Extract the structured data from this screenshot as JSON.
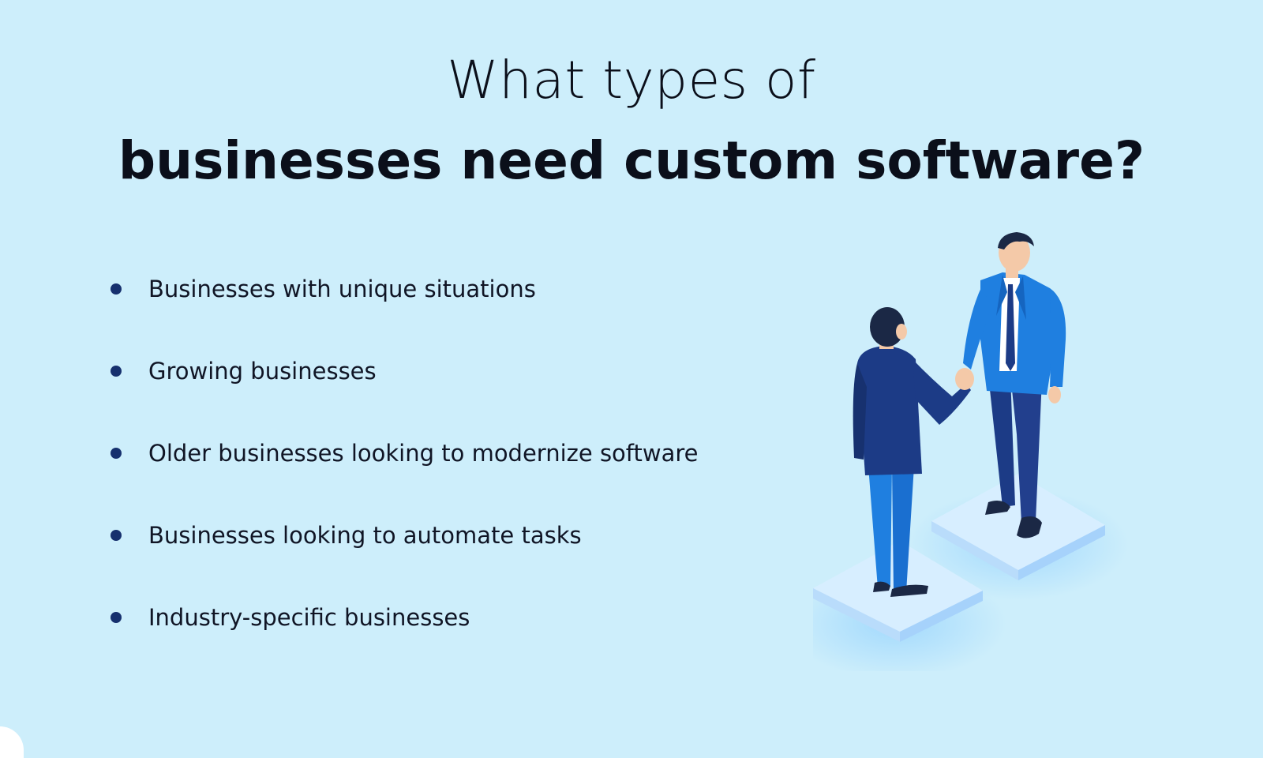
{
  "heading": {
    "line1": "What types of",
    "line2": "businesses need custom software?"
  },
  "bullets": [
    "Businesses with unique situations",
    "Growing businesses",
    "Older businesses looking to modernize software",
    "Businesses looking to automate tasks",
    "Industry-specific businesses"
  ],
  "illustration": {
    "subject": "two businessmen shaking hands on platforms",
    "colors": {
      "dark_suit": "#1c3b86",
      "blue_suit": "#1f7fe0",
      "hair": "#1b2845",
      "skin": "#f4c9a8",
      "platform": "#e3f4ff"
    }
  },
  "colors": {
    "background": "#cdeefb",
    "bullet": "#16306e",
    "text": "#0b0f1a"
  }
}
